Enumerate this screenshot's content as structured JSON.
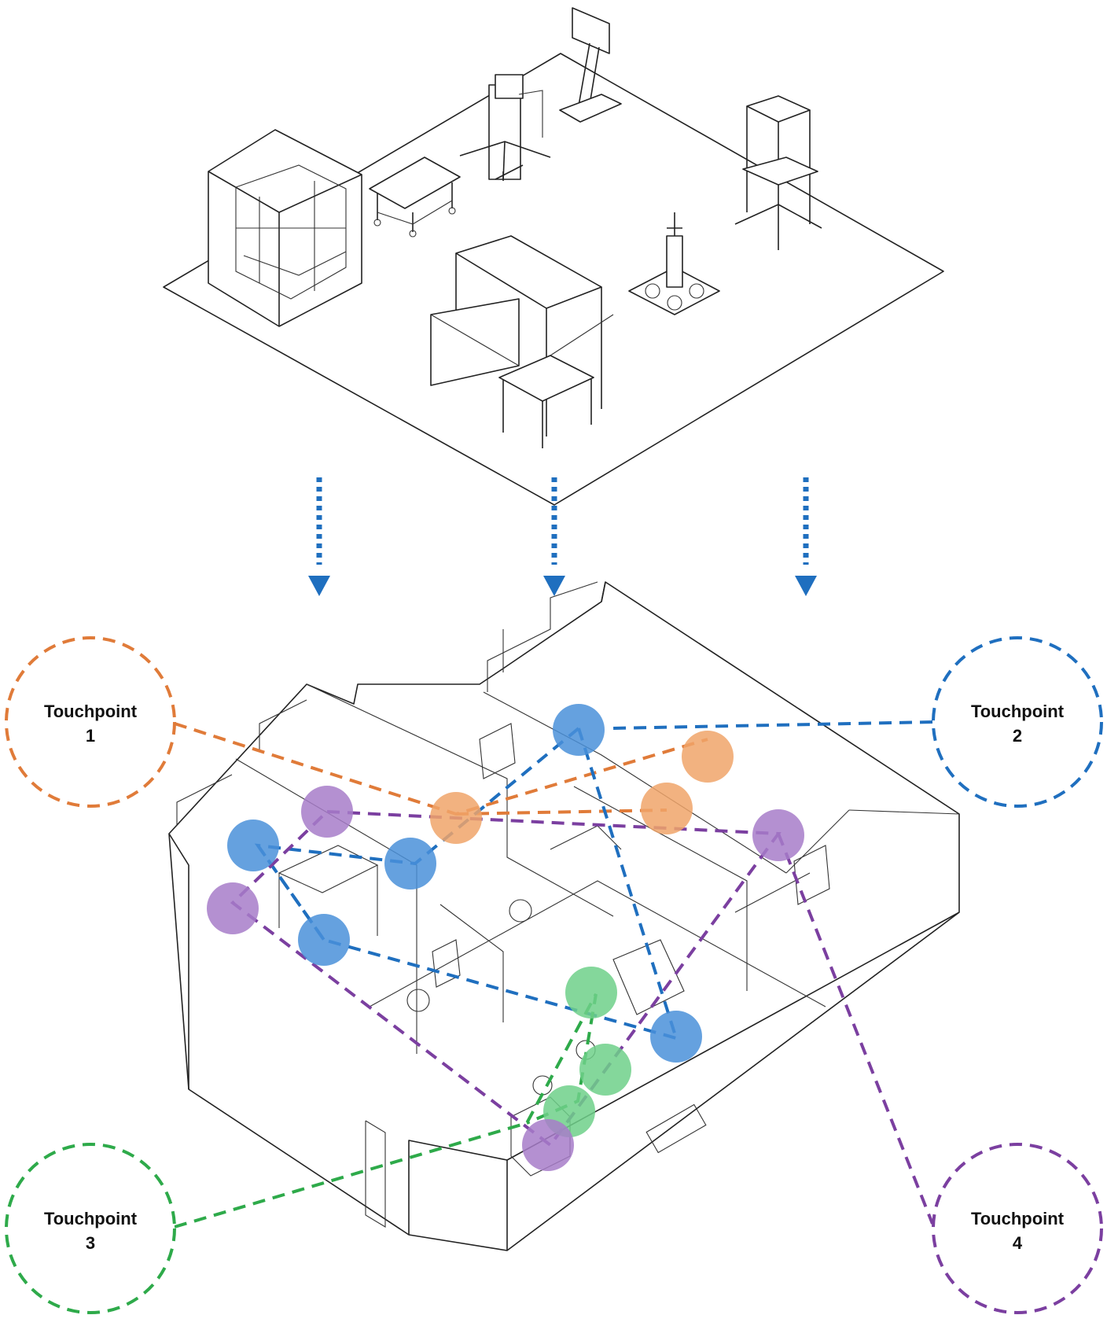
{
  "touchpoints": [
    {
      "name": "Touchpoint",
      "number": "1",
      "color": "#e07b39"
    },
    {
      "name": "Touchpoint",
      "number": "2",
      "color": "#1f6fbf"
    },
    {
      "name": "Touchpoint",
      "number": "3",
      "color": "#2eaa4a"
    },
    {
      "name": "Touchpoint",
      "number": "4",
      "color": "#7b3fa0"
    }
  ],
  "colors": {
    "arrow": "#1f6fbf",
    "orange_fill": "#f0a46a",
    "blue_fill": "#4a90d9",
    "green_fill": "#6fd08a",
    "purple_fill": "#a77cc9"
  },
  "icons": [
    "equipment-cabinet-icon",
    "stretcher-icon",
    "monitor-stand-icon",
    "cart-icon",
    "table-icon",
    "pole-icon"
  ]
}
